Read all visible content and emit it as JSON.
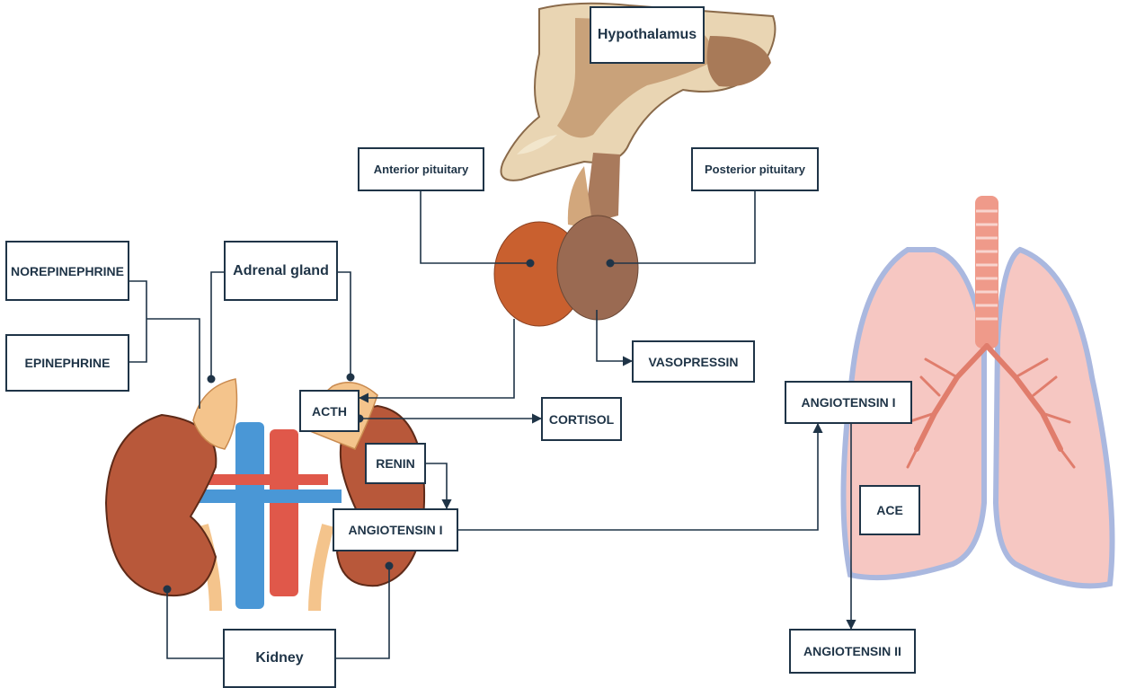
{
  "labels": {
    "hypothalamus": "Hypothalamus",
    "anterior_pituitary": "Anterior pituitary",
    "posterior_pituitary": "Posterior pituitary",
    "norepinephrine": "NOREPINEPHRINE",
    "epinephrine": "EPINEPHRINE",
    "adrenal_gland": "Adrenal gland",
    "acth": "ACTH",
    "cortisol": "CORTISOL",
    "vasopressin": "VASOPRESSIN",
    "renin": "RENIN",
    "angiotensin_i_kidney": "ANGIOTENSIN I",
    "angiotensin_i_lung": "ANGIOTENSIN I",
    "ace": "ACE",
    "angiotensin_ii": "ANGIOTENSIN II",
    "kidney": "Kidney"
  },
  "colors": {
    "line": "#1f3447",
    "kidney": "#b8583a",
    "adrenal": "#f4c48c",
    "vena_cava": "#4a97d6",
    "aorta": "#e0584a",
    "lung": "#f6c7c2",
    "lung_outline": "#aab8df",
    "trachea": "#ef9a8a",
    "brain": "#c9a27a",
    "pituitary_anterior": "#c9602f",
    "pituitary_posterior": "#9a6a52"
  }
}
